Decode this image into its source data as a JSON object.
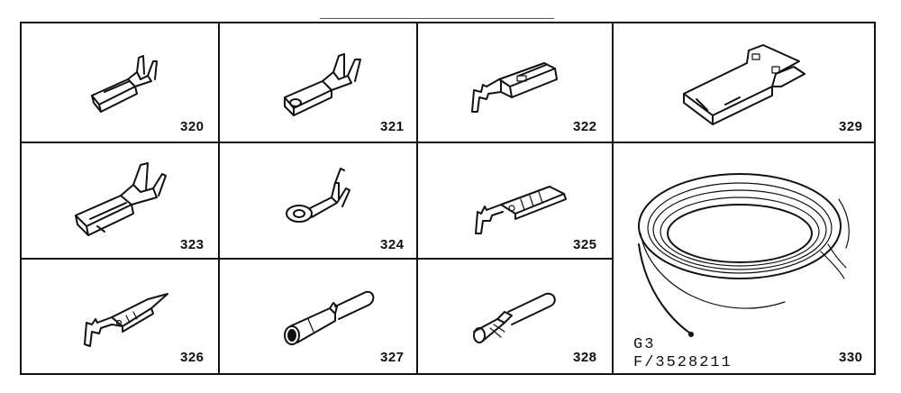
{
  "parts": [
    {
      "number": "320",
      "icon": "crimp-terminal-flag-icon"
    },
    {
      "number": "321",
      "icon": "crimp-terminal-flag-icon"
    },
    {
      "number": "322",
      "icon": "quick-disconnect-terminal-icon"
    },
    {
      "number": "329",
      "icon": "tab-adapter-icon"
    },
    {
      "number": "323",
      "icon": "crimp-terminal-large-icon"
    },
    {
      "number": "324",
      "icon": "ring-terminal-icon"
    },
    {
      "number": "325",
      "icon": "pin-terminal-icon"
    },
    {
      "number": "326",
      "icon": "blade-pin-terminal-icon"
    },
    {
      "number": "327",
      "icon": "bullet-connector-icon"
    },
    {
      "number": "328",
      "icon": "bullet-socket-icon"
    },
    {
      "number": "330",
      "icon": "wire-coil-icon"
    }
  ],
  "wire_label": {
    "line1": "G3",
    "line2": "F/3528211"
  }
}
